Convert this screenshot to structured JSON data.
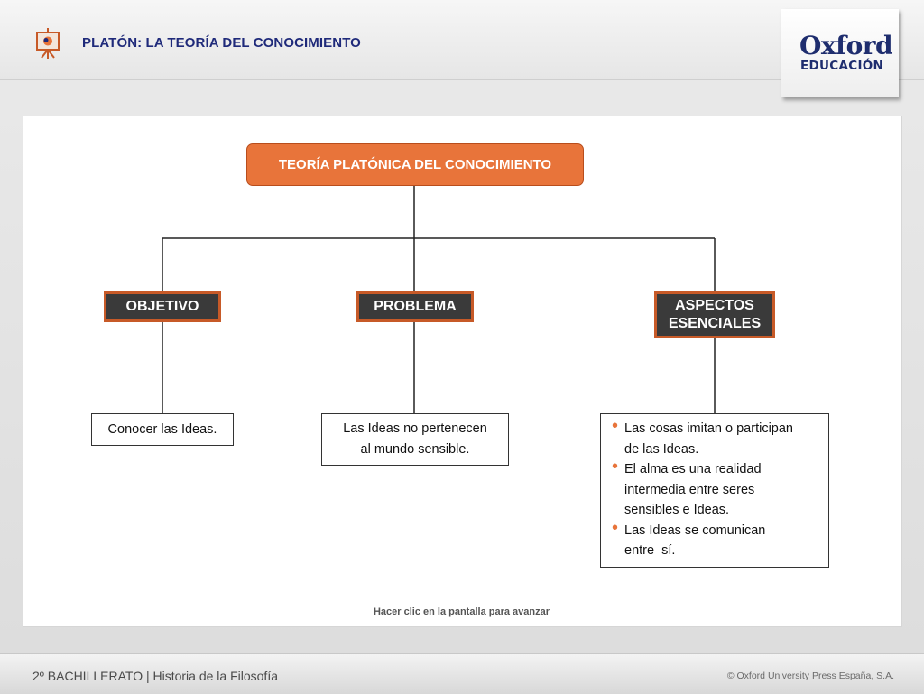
{
  "header": {
    "title": "PLATÓN: LA TEORÍA DEL CONOCIMIENTO",
    "icon": "presentation-board-icon"
  },
  "logo": {
    "line1": "Oxford",
    "line2": "EDUCACIÓN"
  },
  "diagram": {
    "root": "TEORÍA PLATÓNICA DEL CONOCIMIENTO",
    "branches": [
      {
        "label": "OBJETIVO",
        "content": [
          "Conocer las Ideas."
        ]
      },
      {
        "label": "PROBLEMA",
        "content": [
          "Las Ideas no pertenecen",
          "al mundo sensible."
        ]
      },
      {
        "label_lines": [
          "ASPECTOS",
          "ESENCIALES"
        ],
        "bullets": [
          [
            "Las cosas imitan o participan",
            "de las Ideas."
          ],
          [
            "El alma es una realidad",
            "intermedia entre seres",
            "sensibles e Ideas."
          ],
          [
            "Las Ideas se comunican",
            "entre  sí."
          ]
        ]
      }
    ]
  },
  "hint": "Hacer clic en la pantalla para avanzar",
  "footer": {
    "left": "2º BACHILLERATO | Historia de la Filosofía",
    "right": "© Oxford University Press España, S.A."
  },
  "colors": {
    "accent": "#e8743a",
    "accent_border": "#c75a28",
    "category_fill": "#3a3a3a",
    "title_blue": "#1f2a7a"
  }
}
